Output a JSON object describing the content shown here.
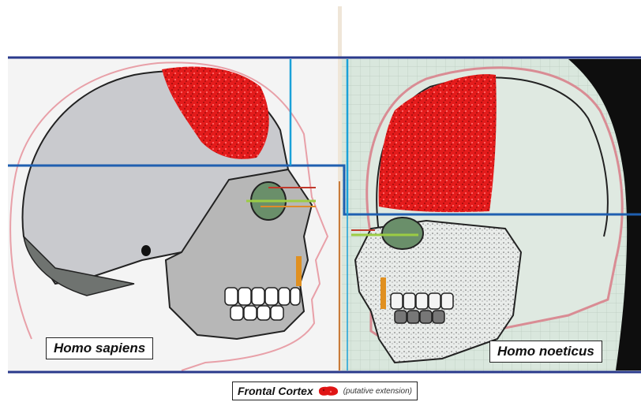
{
  "labels": {
    "left": "Homo sapiens",
    "right": "Homo noeticus"
  },
  "legend": {
    "title": "Frontal Cortex",
    "note": "(putative extension)",
    "swatch_icon": "red-blob-icon"
  },
  "colors": {
    "frame_line": "#2a3a8c",
    "cyan_line": "#1aa0d8",
    "cortex_red": "#e01515",
    "skull_grey": "#b9b9b9",
    "skin_outline": "#e8a0a8"
  }
}
